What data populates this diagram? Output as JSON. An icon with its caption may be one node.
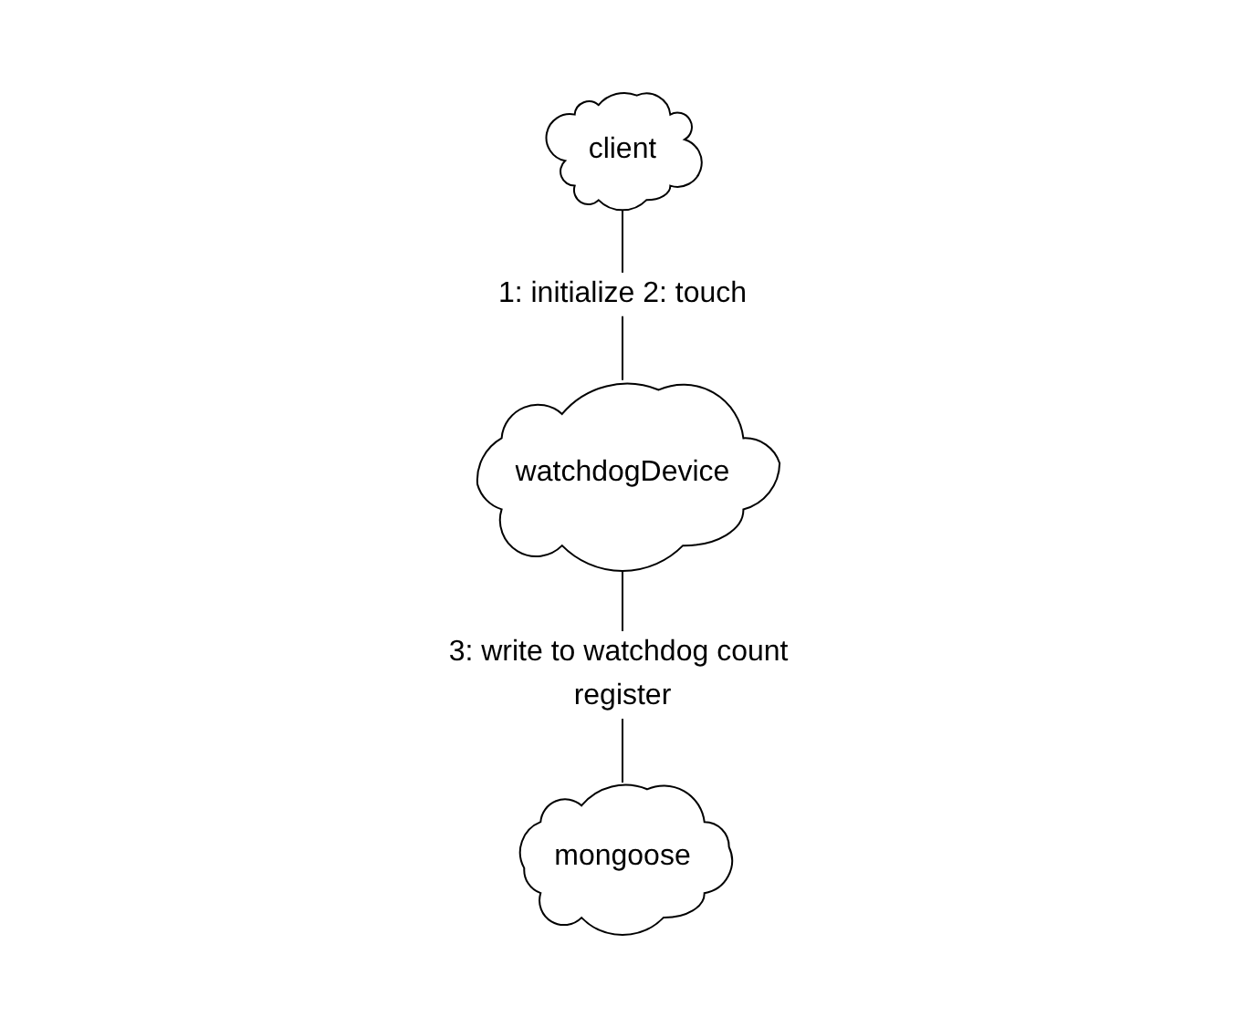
{
  "diagram": {
    "nodes": [
      {
        "text": [
          "client"
        ]
      },
      {
        "text": [
          "watchdogDevice"
        ]
      },
      {
        "text": [
          "mongoose"
        ]
      }
    ],
    "edges": [
      {
        "from": 0,
        "to": 1,
        "arrow": "none",
        "label": "1: initialize 2: touch"
      },
      {
        "from": 1,
        "to": 2,
        "arrow": "none",
        "label": "3: write to watchdog count register"
      }
    ]
  }
}
